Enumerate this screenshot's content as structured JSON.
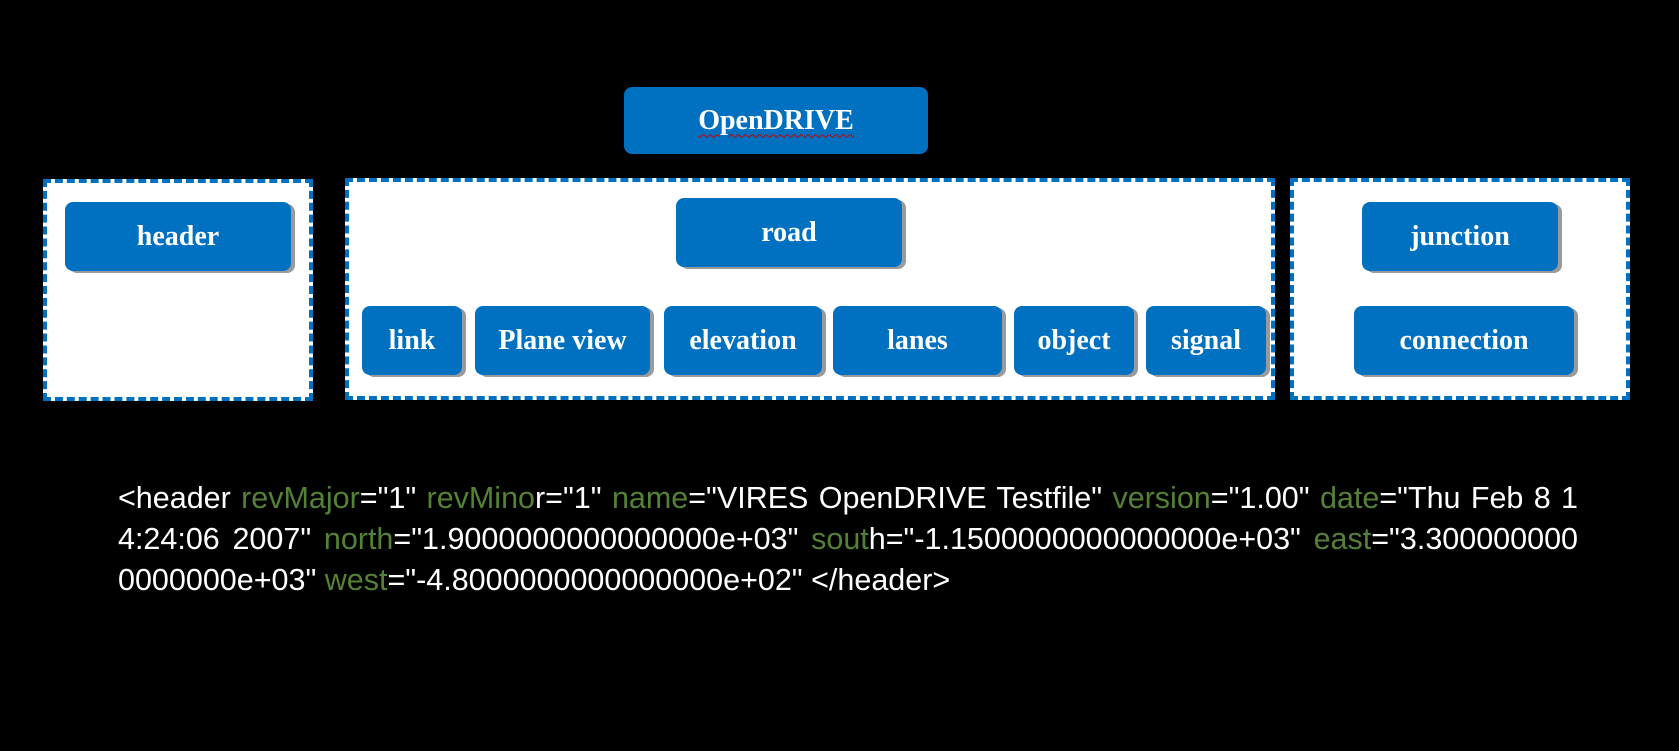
{
  "diagram": {
    "root": "OpenDRIVE",
    "groups": {
      "header": {
        "nodes": [
          "header"
        ]
      },
      "road": {
        "title": "road",
        "children": [
          "link",
          "Plane view",
          "elevation",
          "lanes",
          "object",
          "signal"
        ]
      },
      "junction": {
        "nodes": [
          "junction",
          "connection"
        ]
      }
    }
  },
  "code": {
    "open_tag": "<header ",
    "attributes": [
      {
        "name": "revMajor",
        "value": "=\"1\" "
      },
      {
        "name": "revMino",
        "value": "r=\"1\" "
      },
      {
        "name": "name",
        "value": "=\"VIRES OpenDRIVE Testfile\" "
      },
      {
        "name": "version",
        "value": "=\"1.00\" "
      },
      {
        "name": "date",
        "value": "=\"Thu Feb 8 14:24:06 2007\" "
      },
      {
        "name": "north",
        "value": "=\"1.9000000000000000e+03\" "
      },
      {
        "name": "sout",
        "value": "h=\"-1.1500000000000000e+03\" "
      },
      {
        "name": "east",
        "value": "=\"3.3000000000000000e+03\" "
      },
      {
        "name": "west",
        "value": "=\"-4.8000000000000000e+02\" "
      }
    ],
    "close_tag": "</header>"
  },
  "colors": {
    "node_fill": "#0070C0",
    "group_border": "#0070C0",
    "attribute_name": "#538135",
    "background": "#000000"
  }
}
